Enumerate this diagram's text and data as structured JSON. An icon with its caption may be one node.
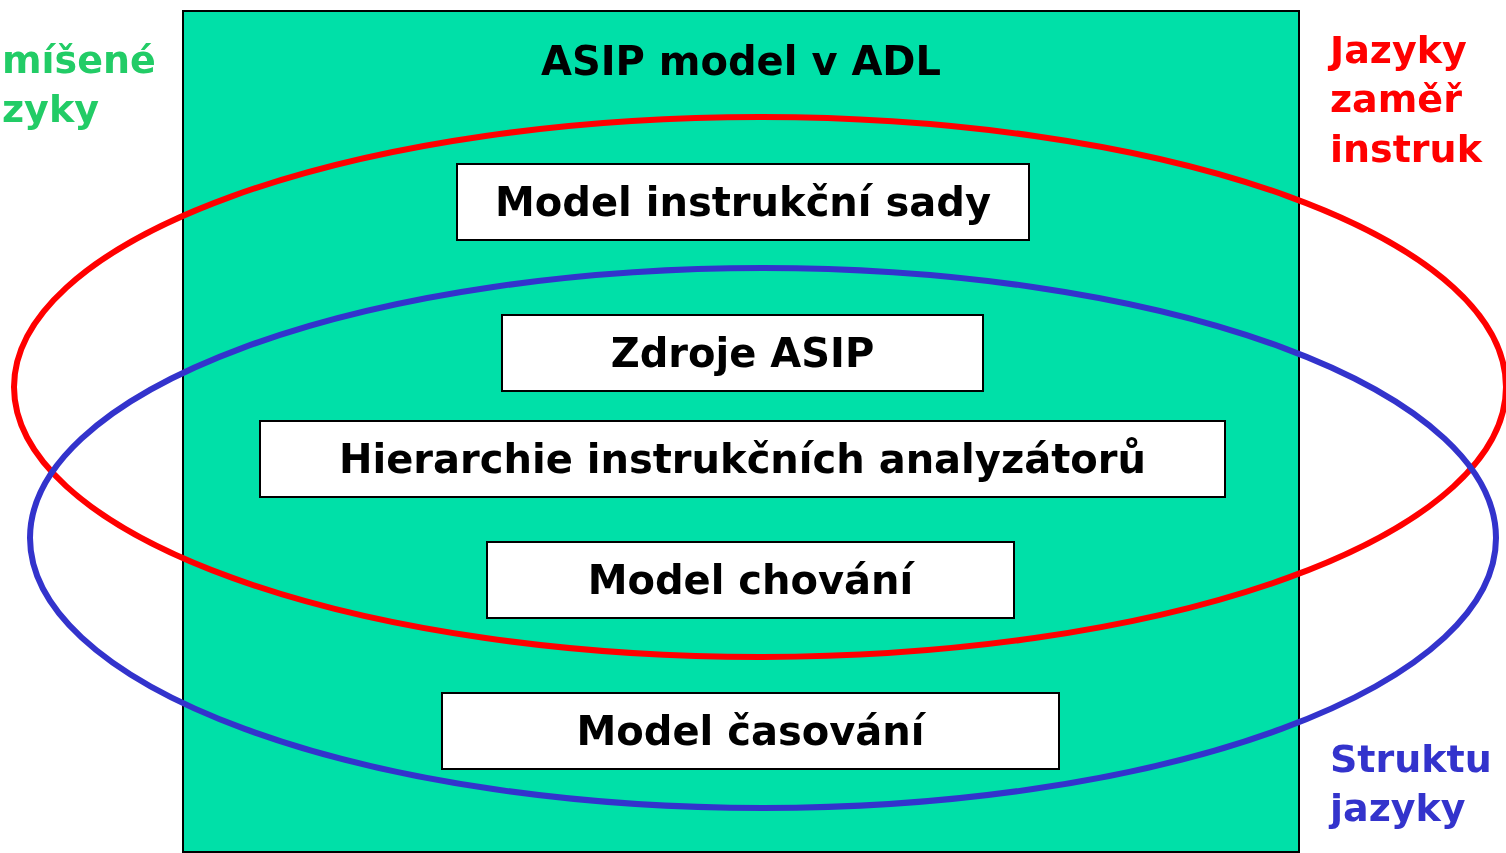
{
  "diagram": {
    "nodes": [
      {
        "text": [
          "ASIP model v ADL"
        ]
      },
      {
        "text": [
          "Model instrukční sady"
        ],
        "in": 0
      },
      {
        "text": [
          "Zdroje ASIP"
        ],
        "in": 0
      },
      {
        "text": [
          "Hierarchie instrukčních analyzátorů"
        ],
        "in": 0
      },
      {
        "text": [
          "Model chování"
        ],
        "in": 0
      },
      {
        "text": [
          "Model časování"
        ],
        "in": 0
      }
    ],
    "edges": [],
    "labels": [
      "míšené zyky",
      "Jazyky zaměř instruk",
      "Struktu jazyky"
    ]
  }
}
